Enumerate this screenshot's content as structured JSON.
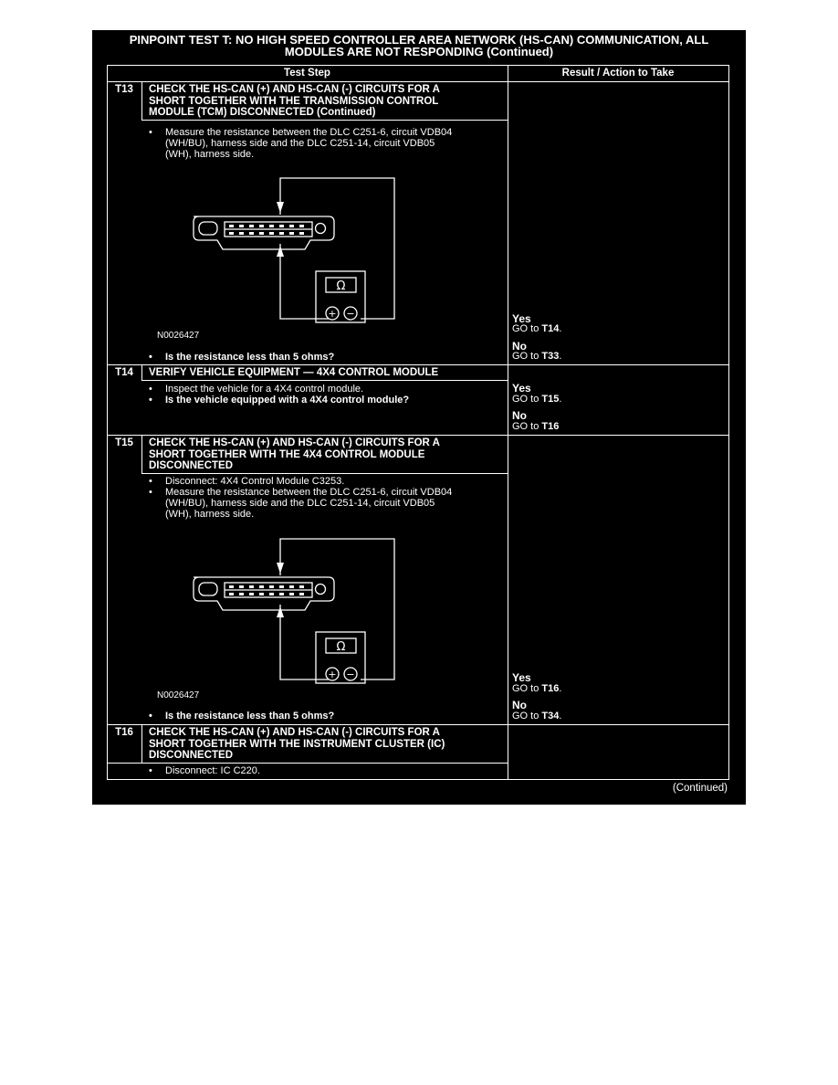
{
  "title_line1": "PINPOINT TEST T: NO HIGH SPEED CONTROLLER AREA NETWORK (HS-CAN) COMMUNICATION, ALL",
  "title_line2": "MODULES ARE NOT RESPONDING (Continued)",
  "header": {
    "test_step": "Test Step",
    "result": "Result / Action to Take"
  },
  "steps": {
    "t13": {
      "id": "T13",
      "title": [
        "CHECK THE HS-CAN (+) AND HS-CAN (-) CIRCUITS FOR A",
        "SHORT TOGETHER WITH THE TRANSMISSION CONTROL",
        "MODULE (TCM) DISCONNECTED (Continued)"
      ],
      "bullet": "•",
      "instruction": [
        "Measure the resistance between the DLC C251-6, circuit VDB04",
        "(WH/BU), harness side and the DLC C251-14, circuit VDB05",
        "(WH), harness side."
      ],
      "figure_id": "N0026427",
      "question": "Is the resistance less than 5 ohms?",
      "yes_label": "Yes",
      "go_prefix": "GO to",
      "yes_target": "T14",
      "no_label": "No",
      "no_target": "T33"
    },
    "t14": {
      "id": "T14",
      "title": "VERIFY VEHICLE EQUIPMENT — 4X4 CONTROL MODULE",
      "bullet": "•",
      "instruction": "Inspect the vehicle for a 4X4 control module.",
      "question": "Is the vehicle equipped with a 4X4 control module?",
      "yes_label": "Yes",
      "go_prefix": "GO to",
      "yes_target": "T15",
      "no_label": "No",
      "no_target": "T16"
    },
    "t15": {
      "id": "T15",
      "title": [
        "CHECK THE HS-CAN (+) AND HS-CAN (-) CIRCUITS FOR A",
        "SHORT TOGETHER WITH THE 4X4 CONTROL MODULE",
        "DISCONNECTED"
      ],
      "bullet": "•",
      "instruction1": "Disconnect: 4X4 Control Module C3253.",
      "instruction2": [
        "Measure the resistance between the DLC C251-6, circuit VDB04",
        "(WH/BU), harness side and the DLC C251-14, circuit VDB05",
        "(WH), harness side."
      ],
      "figure_id": "N0026427",
      "question": "Is the resistance less than 5 ohms?",
      "yes_label": "Yes",
      "go_prefix": "GO to",
      "yes_target": "T16",
      "no_label": "No",
      "no_target": "T34"
    },
    "t16": {
      "id": "T16",
      "title": [
        "CHECK THE HS-CAN (+) AND HS-CAN (-) CIRCUITS FOR A",
        "SHORT TOGETHER WITH THE INSTRUMENT CLUSTER (IC)",
        "DISCONNECTED"
      ],
      "bullet": "•",
      "instruction": "Disconnect: IC C220."
    }
  },
  "meter": {
    "ohm": "Ω",
    "plus": "+",
    "minus": "−"
  },
  "continued": "(Continued)"
}
